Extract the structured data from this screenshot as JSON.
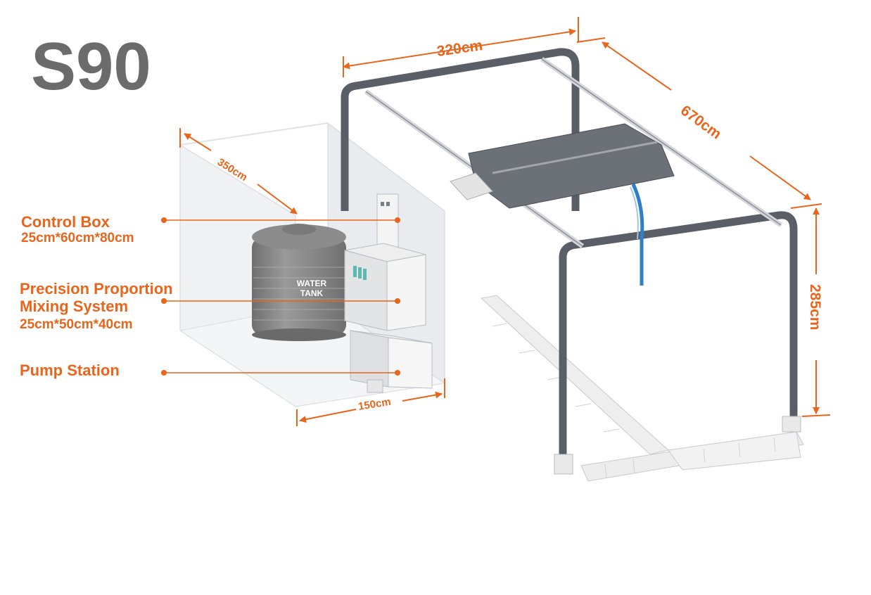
{
  "title": "S90",
  "dimensions": {
    "width": "320cm",
    "length": "670cm",
    "height": "285cm",
    "room_depth": "350cm",
    "room_width": "150cm"
  },
  "components": {
    "control_box": {
      "name": "Control Box",
      "size": "25cm*60cm*80cm"
    },
    "mixing_system": {
      "name_line1": "Precision Proportion",
      "name_line2": "Mixing System",
      "size": "25cm*50cm*40cm"
    },
    "pump_station": {
      "name": "Pump Station"
    }
  },
  "tank": {
    "line1": "WATER",
    "line2": "TANK"
  },
  "colors": {
    "accent": "#e8651b",
    "frame": "#5a5e66",
    "title": "#6b6b6b",
    "brush": "#2f7fc8"
  }
}
